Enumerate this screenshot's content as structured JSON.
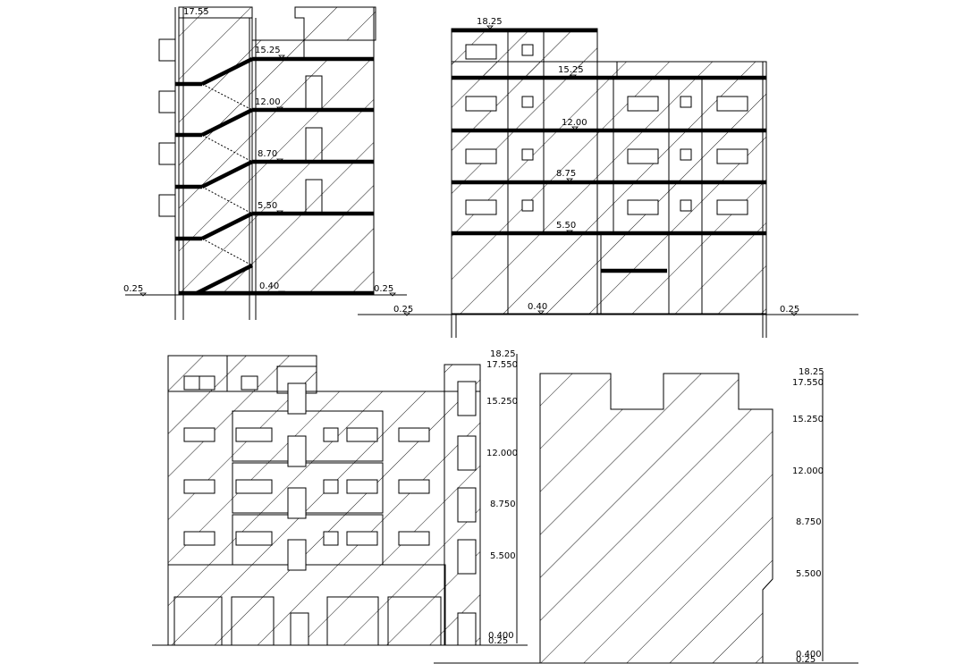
{
  "section_view": {
    "levels": [
      "17.55",
      "15.25",
      "12.00",
      "8.70",
      "5.50",
      "0.40"
    ],
    "ground_left": "0.25",
    "ground_right": "0.25",
    "ground_lower": "0.25"
  },
  "front_elevation": {
    "levels": [
      "18.25",
      "15.25",
      "12.00",
      "8.75",
      "5.50",
      "0.40"
    ],
    "ground_right": "0.25"
  },
  "rear_elevation": {
    "levels": [
      "18.25",
      "17.550",
      "15.250",
      "12.000",
      "8.750",
      "5.500",
      "0.400",
      "0.25"
    ]
  },
  "side_elevation": {
    "levels": [
      "18.25",
      "17.550",
      "15.250",
      "12.000",
      "8.750",
      "5.500",
      "0.400",
      "0.25"
    ]
  }
}
